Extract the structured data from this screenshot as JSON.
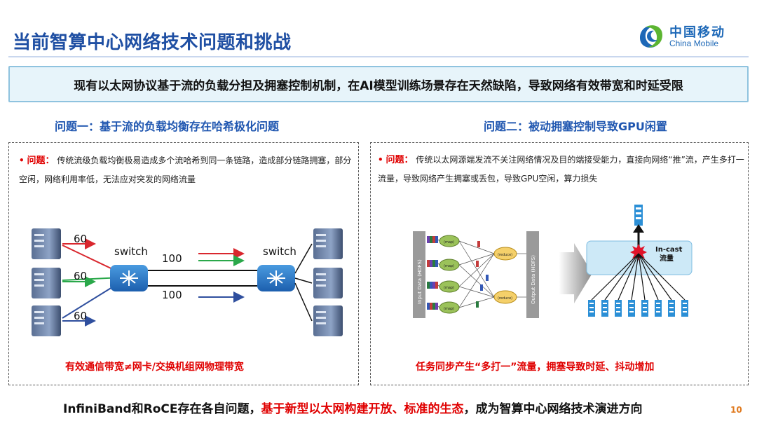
{
  "title": "当前智算中心网络技术问题和挑战",
  "logo": {
    "cn": "中国移动",
    "en": "China Mobile"
  },
  "banner": "现有以太网协议基于流的负载分担及拥塞控制机制，在AI模型训练场景存在天然缺陷，导致网络有效带宽和时延受限",
  "left": {
    "heading": "问题一：基于流的负载均衡存在哈希极化问题",
    "issue_label": "问题：",
    "issue_text": "传统流级负载均衡极易造成多个流哈希到同一条链路，造成部分链路拥塞，部分空闲，网络利用率低，无法应对突发的网络流量",
    "diagram": {
      "switch_left": "switch",
      "switch_right": "switch",
      "link_top": "100",
      "link_bottom": "100",
      "flow_1": "60",
      "flow_2": "60",
      "flow_3": "60",
      "colors": {
        "flow_1": "#d9272e",
        "flow_2": "#2aa84a",
        "flow_3": "#2f4f9e"
      }
    },
    "caption": "有效通信带宽≠网卡/交换机组网物理带宽"
  },
  "right": {
    "heading": "问题二：被动拥塞控制导致GPU闲置",
    "issue_label": "问题：",
    "issue_text": "传统以太网源端发流不关注网络情况及目的端接受能力，直接向网络“推”流，产生多打一流量，导致网络产生拥塞或丢包，导致GPU空闲，算力损失",
    "diagram": {
      "input_label": "Input Data (HDFS)",
      "output_label": "Output Data (HDFS)",
      "map_label": "(map)",
      "reduce_label": "(reduce)",
      "incast_label_1": "In-cast",
      "incast_label_2": "流量"
    },
    "caption": "任务同步产生“多打一”流量，拥塞导致时延、抖动增加"
  },
  "footer": {
    "part1": "InfiniBand和RoCE存在各自问题，",
    "part2": "基于新型以太网构建开放、标准的生态",
    "part3": "，成为智算中心网络技术演进方向"
  },
  "page_number": "10"
}
